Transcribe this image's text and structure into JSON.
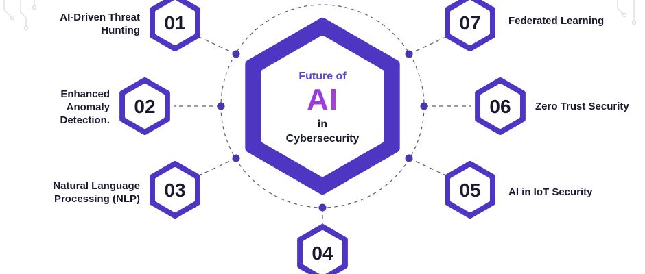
{
  "center": {
    "line1": "Future of",
    "line2": "AI",
    "line3": "in",
    "line4": "Cybersecurity"
  },
  "items": [
    {
      "num": "01",
      "label": "AI-Driven Threat Hunting"
    },
    {
      "num": "02",
      "label": "Enhanced Anomaly Detection."
    },
    {
      "num": "03",
      "label": "Natural Language Processing (NLP)"
    },
    {
      "num": "04",
      "label": ""
    },
    {
      "num": "05",
      "label": "AI in IoT Security"
    },
    {
      "num": "06",
      "label": "Zero Trust Security"
    },
    {
      "num": "07",
      "label": "Federated Learning"
    }
  ],
  "colors": {
    "primary": "#5b3fd0",
    "primary_dark": "#3f2a9e",
    "text": "#1a1a2e",
    "dot": "#4a36b3",
    "ai_gradient_start": "#6a3ce0",
    "ai_gradient_end": "#d13fd0"
  }
}
